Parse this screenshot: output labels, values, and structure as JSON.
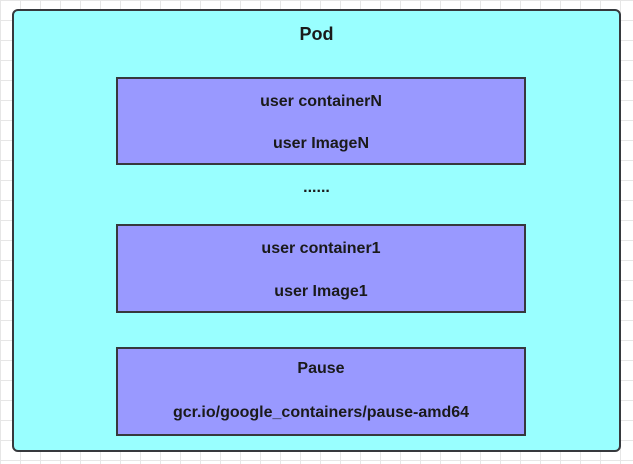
{
  "pod": {
    "title": "Pod",
    "ellipsis": "......",
    "containers": [
      {
        "name": "user containerN",
        "image": "user ImageN"
      },
      {
        "name": "user container1",
        "image": "user Image1"
      },
      {
        "name": "Pause",
        "image": "gcr.io/google_containers/pause-amd64"
      }
    ]
  },
  "colors": {
    "pod_fill": "#99ffff",
    "container_fill": "#9999ff",
    "border": "#36393d"
  }
}
